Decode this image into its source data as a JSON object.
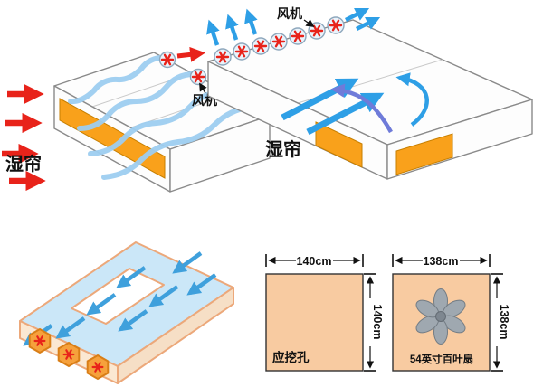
{
  "diagram": {
    "building1": {
      "fan_label": "风机",
      "pad_label": "湿帘"
    },
    "building2": {
      "fan_label": "风机",
      "pad_label": "湿帘"
    },
    "cutout": {
      "width_label": "140cm",
      "height_label": "140cm",
      "caption": "应挖孔"
    },
    "louver_fan": {
      "width_label": "138cm",
      "height_label": "138cm",
      "caption": "54英寸百叶扇"
    },
    "colors": {
      "pad_orange": "#f9a11b",
      "inlet_red": "#e8231a",
      "air_blue": "#2e9fe6",
      "stream_blue": "#9dcef0",
      "panel_peach": "#f8cba1",
      "outline_peach": "#eca87a",
      "fan_gray": "#9fa8b0"
    }
  }
}
